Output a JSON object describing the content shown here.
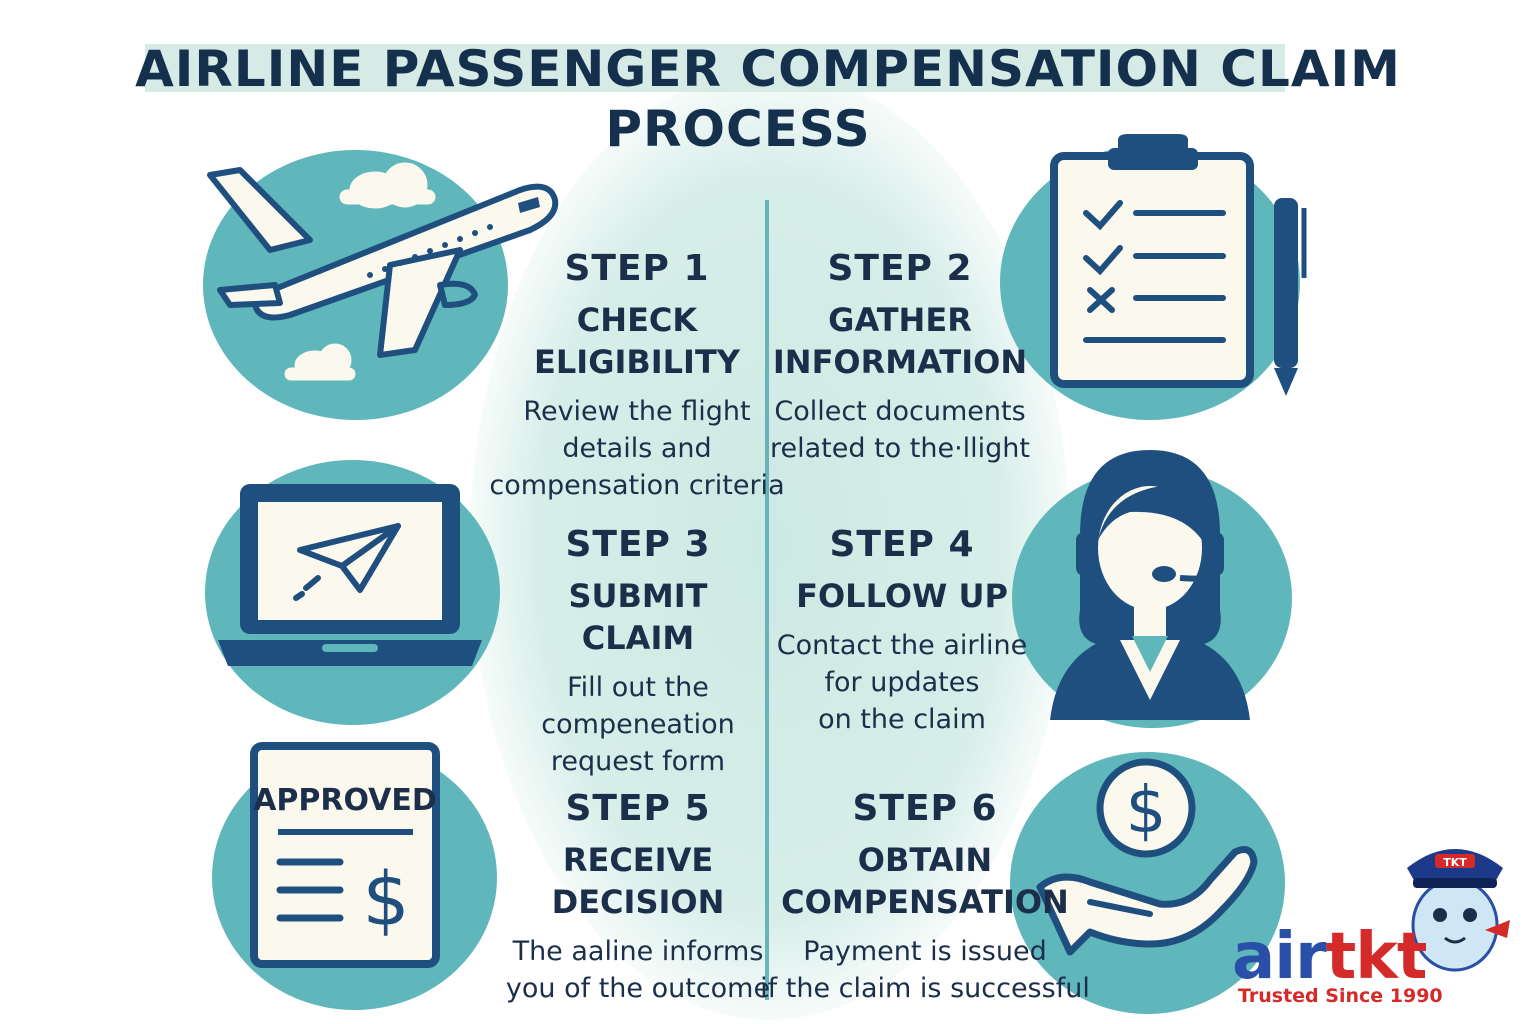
{
  "title": {
    "line1": "AIRLINE PASSENGER COMPENSATION CLAIM",
    "line2": "PROCESS"
  },
  "steps": [
    {
      "number": "STEP 1",
      "title": "CHECK\nELIGIBILITY",
      "desc": "Review the flight\ndetails and\ncompensation criteria",
      "icon": "airplane-icon"
    },
    {
      "number": "STEP 2",
      "title": "GATHER\nINFORMATION",
      "desc": "Collect documents\nrelated to the·llight",
      "icon": "clipboard-checklist-icon"
    },
    {
      "number": "STEP 3",
      "title": "SUBMIT\nCLAIM",
      "desc": "Fill out the\ncompeneation\nrequest form",
      "icon": "laptop-paper-plane-icon"
    },
    {
      "number": "STEP 4",
      "title": "FOLLOW UP",
      "desc": "Contact the airline\nfor updates\non the claim",
      "icon": "support-agent-headset-icon"
    },
    {
      "number": "STEP 5",
      "title": "RECEIVE\nDECISION",
      "desc": "The aaline informs\nyou of the outcome",
      "icon": "approved-document-icon"
    },
    {
      "number": "STEP 6",
      "title": "OBTAIN\nCOMPENSATION",
      "desc": "Payment is issued\nif the claim is successful",
      "icon": "hand-dollar-coin-icon"
    }
  ],
  "approved_label": "APPROVED",
  "dollar_sign": "$",
  "logo": {
    "word_part1": "air",
    "word_part2": "tkt",
    "tagline": "Trusted Since 1990",
    "badge": "TKT"
  },
  "colors": {
    "teal": "#5fb7bb",
    "navy": "#1f4f7f",
    "dark_text": "#1b2f4a",
    "cream": "#fbf8ee",
    "background_tint": "#d7eee9",
    "logo_blue": "#2a4fa8",
    "logo_red": "#d42a2a"
  }
}
